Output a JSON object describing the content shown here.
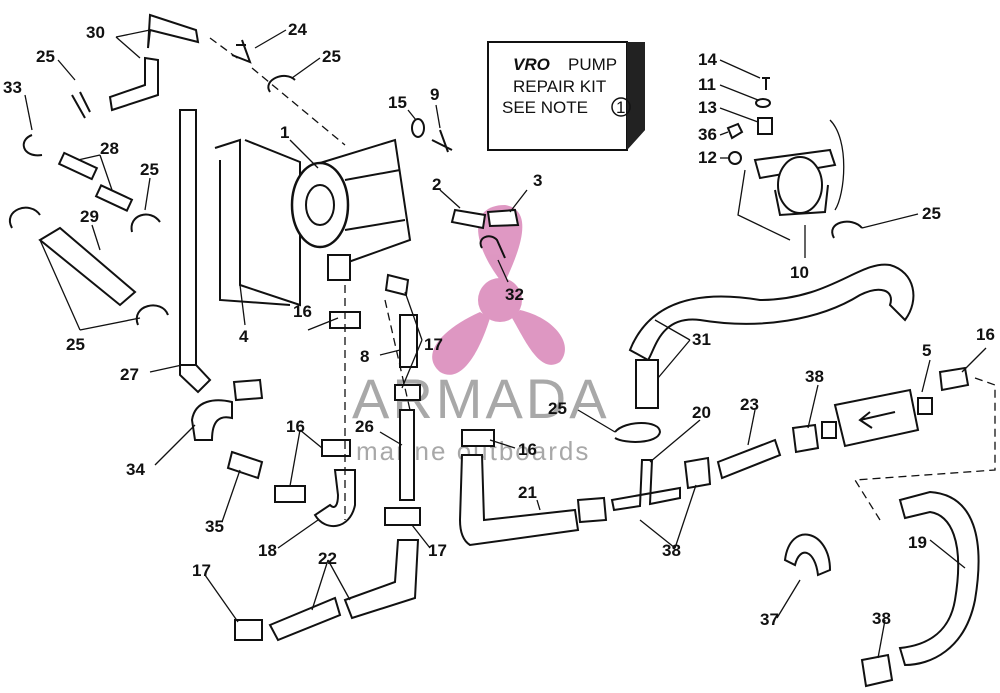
{
  "note_box": {
    "line1_brand": "VRO",
    "line1_rest": "PUMP",
    "line2": "REPAIR KIT",
    "line3": "SEE NOTE",
    "note_number": "1"
  },
  "watermark": {
    "name": "ARMADA",
    "tagline": "marine outboards",
    "color_pink": "#d986b8"
  },
  "callouts": {
    "c30": "30",
    "c24": "24",
    "c25a": "25",
    "c25b": "25",
    "c33": "33",
    "c1": "1",
    "c15": "15",
    "c9": "9",
    "c28": "28",
    "c25c": "25",
    "c29": "29",
    "c2": "2",
    "c3": "3",
    "c14": "14",
    "c11": "11",
    "c13": "13",
    "c36": "36",
    "c12": "12",
    "c25d": "25",
    "c10": "10",
    "c32": "32",
    "c4": "4",
    "c25e": "25",
    "c16a": "16",
    "c17a": "17",
    "c8": "8",
    "c31": "31",
    "c5": "5",
    "c16b": "16",
    "c27": "27",
    "c38a": "38",
    "c23": "23",
    "c20": "20",
    "c25f": "25",
    "c26": "26",
    "c16c": "16",
    "c16d": "16",
    "c34": "34",
    "c21": "21",
    "c35": "35",
    "c18": "18",
    "c17b": "17",
    "c38b": "38",
    "c19": "19",
    "c22": "22",
    "c17c": "17",
    "c37": "37",
    "c38c": "38"
  }
}
